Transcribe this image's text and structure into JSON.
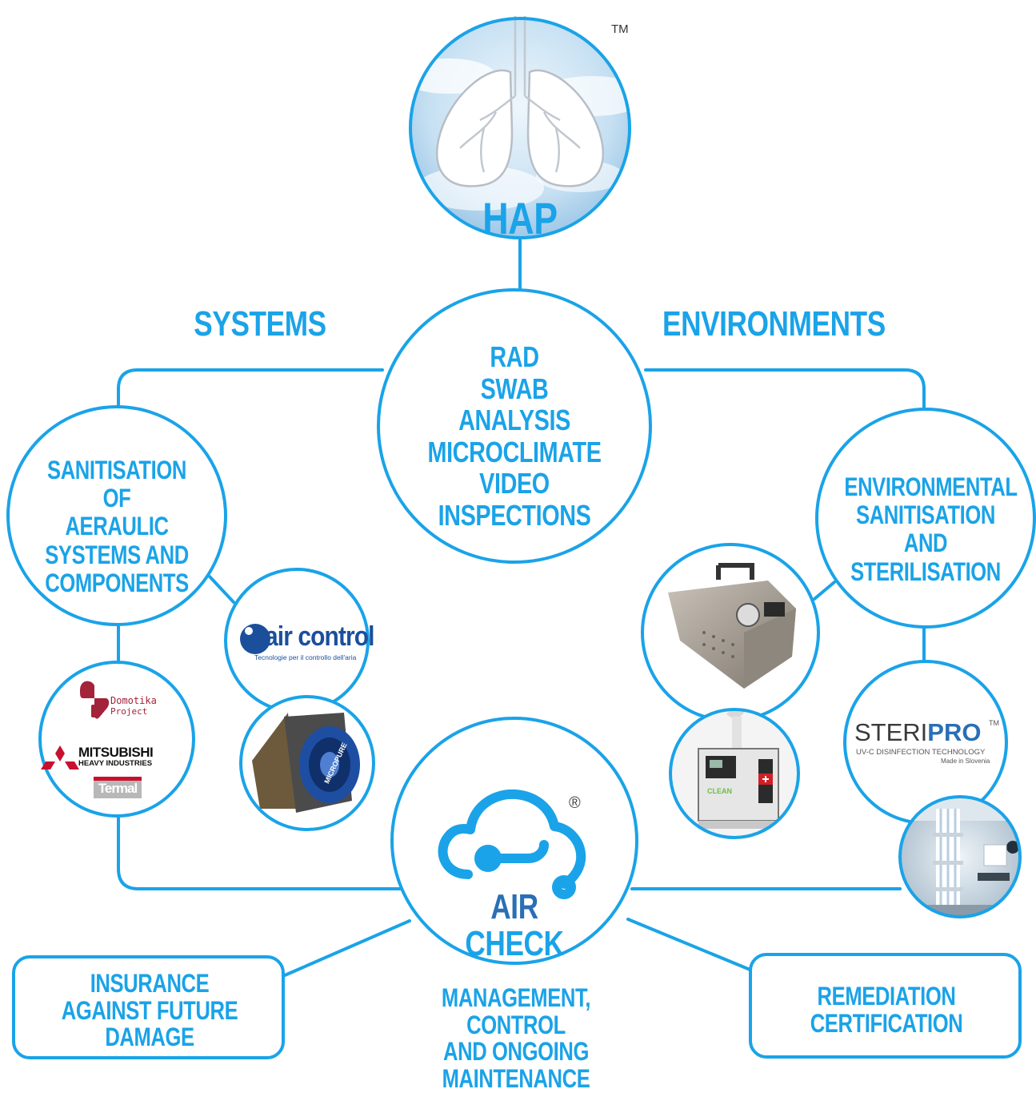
{
  "hap": {
    "title": "HAP",
    "tm": "TM"
  },
  "sections": {
    "systems": "SYSTEMS",
    "environments": "ENVIRONMENTS"
  },
  "center": {
    "lines": [
      "RAD",
      "SWAB ANALYSIS",
      "MICROCLIMATE",
      "VIDEO",
      "INSPECTIONS"
    ]
  },
  "left_circle": {
    "lines": [
      "SANITISATION OF",
      "AERAULIC",
      "SYSTEMS AND",
      "COMPONENTS"
    ]
  },
  "right_circle": {
    "lines": [
      "ENVIRONMENTAL",
      "SANITISATION",
      "AND STERILISATION"
    ]
  },
  "aircheck": {
    "word1": "AIR",
    "word2": "CHECK",
    "registered": "®"
  },
  "bottom": {
    "left": [
      "INSURANCE",
      "AGAINST FUTURE",
      "DAMAGE"
    ],
    "middle": [
      "MANAGEMENT, CONTROL",
      "AND ONGOING",
      "MAINTENANCE"
    ],
    "right": [
      "REMEDIATION",
      "CERTIFICATION"
    ]
  },
  "logos": {
    "air_control": {
      "name": "air control",
      "tagline": "Tecnologie per il controllo dell'aria"
    },
    "domotika": {
      "line1": "Domotika",
      "line2": "Project"
    },
    "mitsubishi": {
      "line1": "MITSUBISHI",
      "line2": "HEAVY INDUSTRIES"
    },
    "termal": {
      "name": "Termal"
    },
    "micropure": {
      "name": "MICROPURE"
    },
    "steripro": {
      "steri": "STERI",
      "pro": "PRO",
      "tm": "TM",
      "line1": "UV-C DISINFECTION TECHNOLOGY",
      "line2": "Made in Slovenia"
    },
    "cleanmachine": {
      "name": "CLEAN"
    }
  },
  "colors": {
    "accent": "#1aa3e8",
    "dark_blue": "#2a6fb5",
    "red": "#c8102e",
    "maroon": "#a3233a"
  }
}
